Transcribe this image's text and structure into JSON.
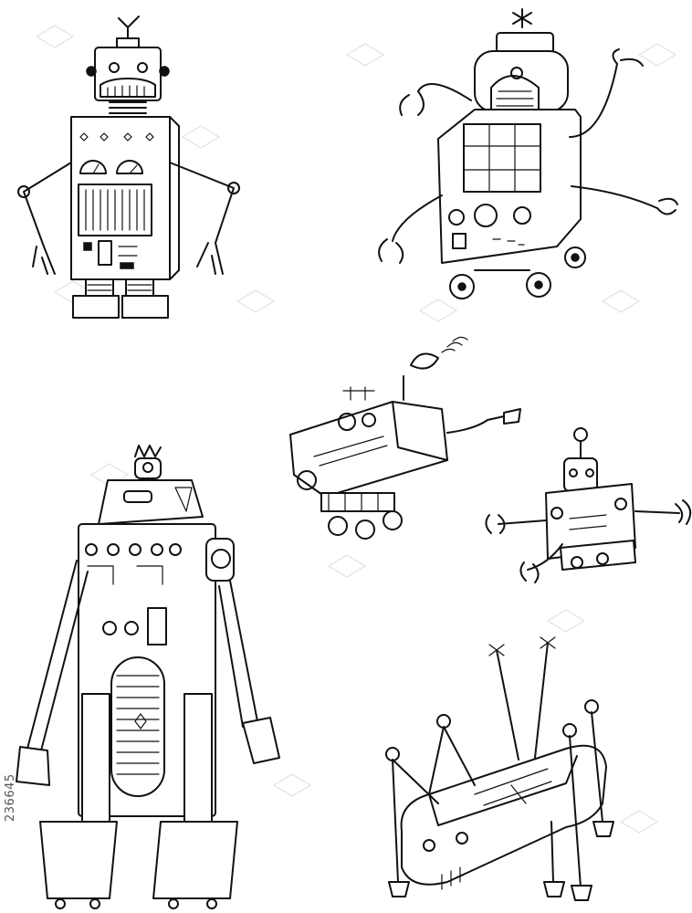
{
  "image": {
    "background_color": "#ffffff",
    "ink_color": "#111111",
    "watermark_color": "#cfcfcf"
  },
  "stock_id": "236645",
  "robots": [
    {
      "name": "boxy-robot"
    },
    {
      "name": "wheeled-robot"
    },
    {
      "name": "tall-robot"
    },
    {
      "name": "flying-robot"
    },
    {
      "name": "small-robot"
    },
    {
      "name": "spider-robot"
    }
  ]
}
